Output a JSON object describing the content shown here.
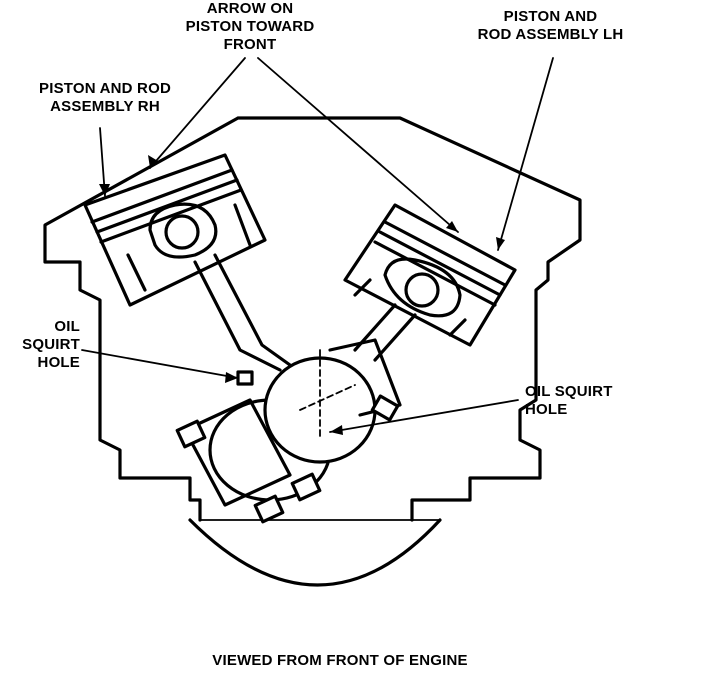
{
  "labels": {
    "arrow_on_piston": [
      "ARROW ON",
      "PISTON TOWARD",
      "FRONT"
    ],
    "piston_rod_lh": [
      "PISTON AND",
      "ROD ASSEMBLY LH"
    ],
    "piston_rod_rh": [
      "PISTON AND ROD",
      "ASSEMBLY RH"
    ],
    "oil_squirt_left": [
      "OIL",
      "SQUIRT",
      "HOLE"
    ],
    "oil_squirt_right": [
      "OIL SQUIRT",
      "HOLE"
    ],
    "caption": "VIEWED FROM FRONT OF ENGINE"
  },
  "colors": {
    "ink": "#000000",
    "paper": "#ffffff"
  }
}
